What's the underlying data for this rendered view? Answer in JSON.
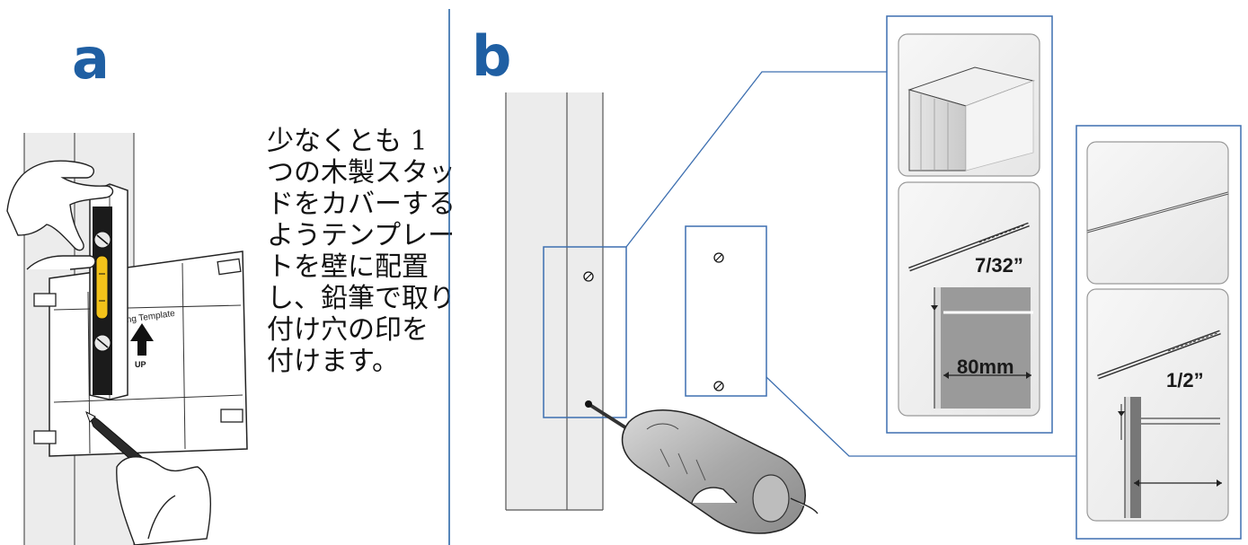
{
  "step_a": {
    "letter": "a",
    "instruction_lines": [
      "少なくとも 1",
      "つの木製スタッ",
      "ドをカバーする",
      "ようテンプレー",
      "トを壁に配置",
      "し、鉛筆で取り",
      "付け穴の印を",
      "付けます。"
    ],
    "template_label": "Mounting Template",
    "arrow_label": "UP"
  },
  "step_b": {
    "letter": "b",
    "drill_bit_wood": "7/32”",
    "depth_wood": "80mm",
    "drill_bit_masonry": "1/2”"
  },
  "colors": {
    "accent": "#1f5fa3",
    "callout_border": "#3d6fb0",
    "line": "#222222",
    "panel_border": "#999999"
  }
}
